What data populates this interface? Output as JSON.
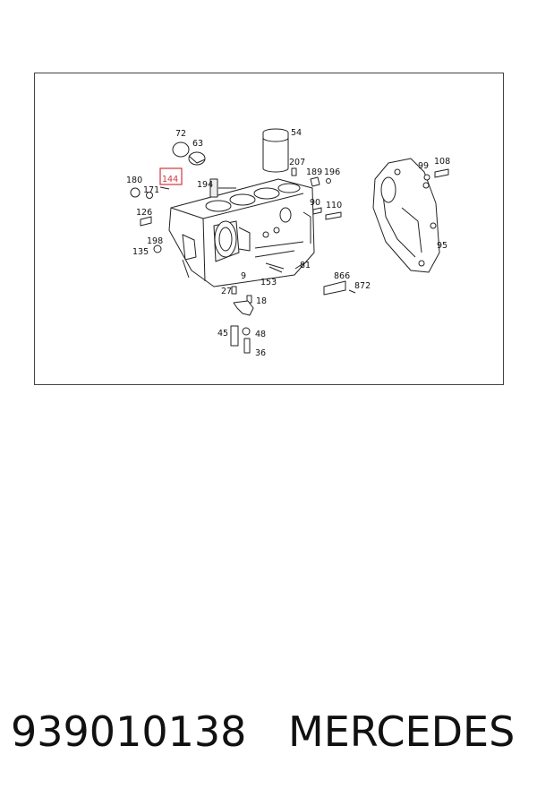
{
  "diagram": {
    "highlight_color": "#d1353d",
    "highlighted_callout": "144",
    "callouts": [
      {
        "id": "72"
      },
      {
        "id": "63"
      },
      {
        "id": "54"
      },
      {
        "id": "207"
      },
      {
        "id": "189"
      },
      {
        "id": "196"
      },
      {
        "id": "99"
      },
      {
        "id": "108"
      },
      {
        "id": "180"
      },
      {
        "id": "144"
      },
      {
        "id": "171"
      },
      {
        "id": "194"
      },
      {
        "id": "126"
      },
      {
        "id": "90"
      },
      {
        "id": "110"
      },
      {
        "id": "198"
      },
      {
        "id": "135"
      },
      {
        "id": "95"
      },
      {
        "id": "81"
      },
      {
        "id": "9"
      },
      {
        "id": "153"
      },
      {
        "id": "866"
      },
      {
        "id": "872"
      },
      {
        "id": "27"
      },
      {
        "id": "18"
      },
      {
        "id": "45"
      },
      {
        "id": "48"
      },
      {
        "id": "36"
      }
    ]
  },
  "caption": {
    "part_number": "939010138",
    "brand": "MERCEDES"
  }
}
